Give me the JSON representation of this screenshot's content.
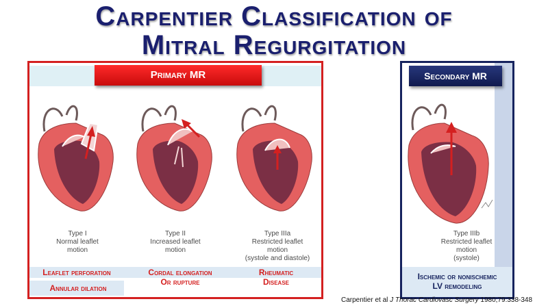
{
  "title": {
    "line1": "Carpentier Classification of",
    "line2": "Mitral Regurgitation"
  },
  "primary": {
    "header": "Primary MR",
    "types": [
      {
        "type": "Type I",
        "desc1": "Normal leaflet",
        "desc2": "motion",
        "desc3": ""
      },
      {
        "type": "Type II",
        "desc1": "Increased leaflet",
        "desc2": "motion",
        "desc3": ""
      },
      {
        "type": "Type IIIa",
        "desc1": "Restricted leaflet",
        "desc2": "motion",
        "desc3": "(systole and diastole)"
      }
    ],
    "findings": {
      "leaflet_perforation": "Leaflet perforation",
      "annular_dilation": "Annular dilation",
      "cordal_1": "Cordal elongation",
      "cordal_2": "Or rupture",
      "rheumatic_1": "Rheumatic",
      "rheumatic_2": "Disease"
    }
  },
  "secondary": {
    "header": "Secondary MR",
    "type": "Type IIIb",
    "desc1": "Restricted leaflet",
    "desc2": "motion",
    "desc3": "(systole)",
    "finding1": "Ischemic or nonischemic",
    "finding2": "LV remodeling"
  },
  "citation": {
    "authors": "Carpentier et al ",
    "journal": "J Thorac Cardiovasc Surgery",
    "details": " 1980;79:338-348"
  },
  "colors": {
    "accent_red": "#d42020",
    "navy": "#16235e",
    "title": "#1a1f6e",
    "band": "#dde9f4"
  }
}
